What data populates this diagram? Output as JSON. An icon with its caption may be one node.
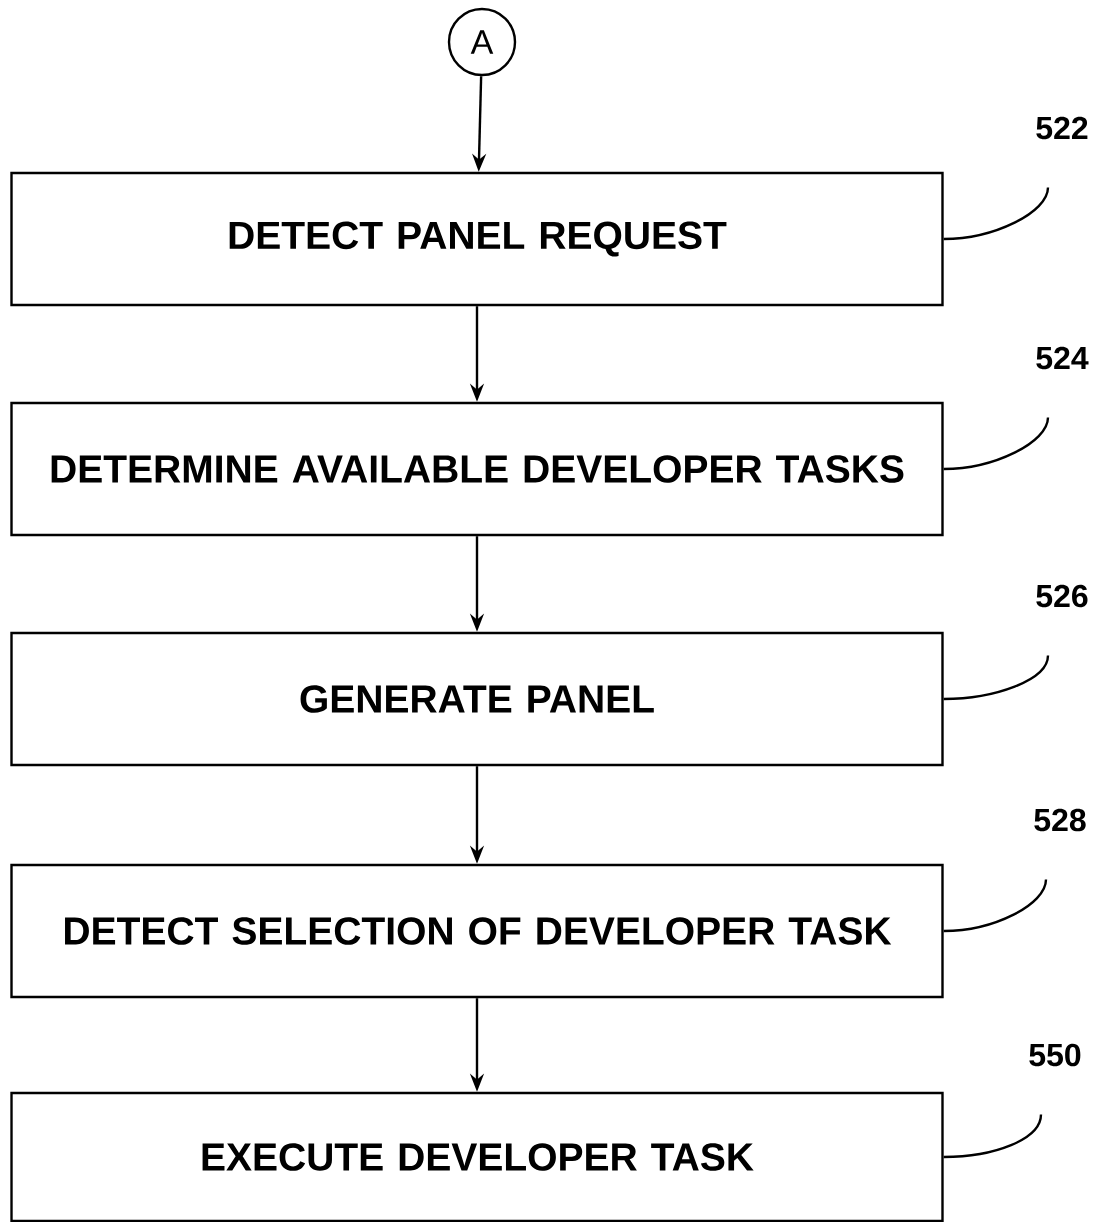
{
  "diagram": {
    "nodes": [
      {
        "text": [
          "A"
        ]
      },
      {
        "text": [
          "DETECT PANEL REQUEST"
        ]
      },
      {
        "text": [
          "DETERMINE AVAILABLE DEVELOPER TASKS"
        ]
      },
      {
        "text": [
          "GENERATE PANEL"
        ]
      },
      {
        "text": [
          "DETECT SELECTION OF DEVELOPER TASK"
        ]
      },
      {
        "text": [
          "EXECUTE DEVELOPER TASK"
        ]
      },
      {
        "text": [
          "522"
        ]
      },
      {
        "text": [
          "524"
        ]
      },
      {
        "text": [
          "526"
        ]
      },
      {
        "text": [
          "528"
        ]
      },
      {
        "text": [
          "550"
        ]
      }
    ],
    "edges": [
      {
        "from": 0,
        "to": 1,
        "arrow": "to"
      },
      {
        "from": 1,
        "to": 2,
        "arrow": "to"
      },
      {
        "from": 2,
        "to": 3,
        "arrow": "to"
      },
      {
        "from": 3,
        "to": 4,
        "arrow": "to"
      },
      {
        "from": 4,
        "to": 5,
        "arrow": "to"
      },
      {
        "from": 6,
        "to": 1,
        "arrow": "none"
      },
      {
        "from": 7,
        "to": 2,
        "arrow": "none"
      },
      {
        "from": 8,
        "to": 3,
        "arrow": "none"
      },
      {
        "from": 9,
        "to": 4,
        "arrow": "none"
      },
      {
        "from": 10,
        "to": 5,
        "arrow": "none"
      }
    ]
  }
}
